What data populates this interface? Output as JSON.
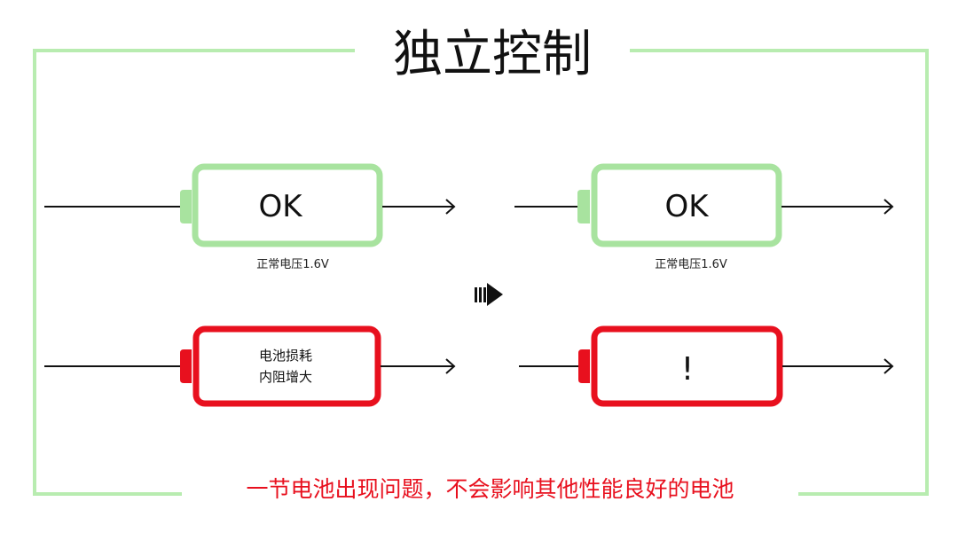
{
  "title": "独立控制",
  "footer": "一节电池出现问题，不会影响其他性能良好的电池",
  "colors": {
    "ok_green": "#a8e39f",
    "fault_red": "#e8101e",
    "frame_green": "#b8ecb0",
    "line": "#111111"
  },
  "left_column": {
    "top_battery": {
      "text": "OK",
      "caption": "正常电压1.6V",
      "state": "ok"
    },
    "bottom_battery": {
      "line1": "电池损耗",
      "line2": "内阻增大",
      "state": "fault"
    }
  },
  "right_column": {
    "top_battery": {
      "text": "OK",
      "caption": "正常电压1.6V",
      "state": "ok"
    },
    "bottom_battery": {
      "text": "!",
      "state": "fault"
    }
  },
  "transition_icon": "right-arrow-icon"
}
